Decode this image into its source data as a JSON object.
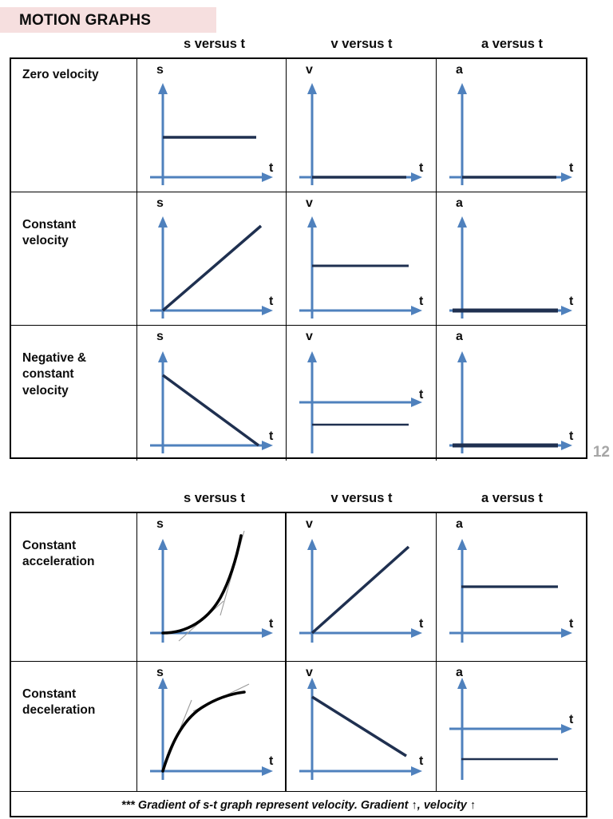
{
  "slide": {
    "title": "MOTION GRAPHS",
    "page_number": "12",
    "banner_color": "#f6dfdf",
    "axis_color": "#4f81bd",
    "curve_color": "#1f3050",
    "tangent_color": "#9a9a9a"
  },
  "column_headers": {
    "s": "s versus t",
    "v": "v versus t",
    "a": "a versus t"
  },
  "axis_names": {
    "s": "s",
    "v": "v",
    "a": "a",
    "t": "t"
  },
  "table1": {
    "rows": [
      {
        "label": "Zero velocity"
      },
      {
        "label": "Constant\nvelocity"
      },
      {
        "label": "Negative &\nconstant\nvelocity"
      }
    ]
  },
  "table2": {
    "rows": [
      {
        "label": "Constant\nacceleration"
      },
      {
        "label": "Constant\ndeceleration"
      }
    ],
    "footnote": "*** Gradient of s-t graph represent velocity. Gradient ↑, velocity ↑"
  },
  "chart_data": [
    {
      "id": "zero-velocity-s-t",
      "type": "line",
      "title": "Zero velocity — s versus t",
      "xlabel": "t",
      "ylabel": "s",
      "x": [
        0,
        1
      ],
      "y": [
        0.55,
        0.55
      ],
      "description": "Horizontal displacement line at a positive constant value; slope zero."
    },
    {
      "id": "zero-velocity-v-t",
      "type": "line",
      "title": "Zero velocity — v versus t",
      "xlabel": "t",
      "ylabel": "v",
      "x": [
        0,
        1
      ],
      "y": [
        0,
        0
      ],
      "description": "Velocity lies on the t-axis at v = 0."
    },
    {
      "id": "zero-velocity-a-t",
      "type": "line",
      "title": "Zero velocity — a versus t",
      "xlabel": "t",
      "ylabel": "a",
      "x": [
        0,
        1
      ],
      "y": [
        0,
        0
      ],
      "description": "Acceleration lies on the t-axis at a = 0."
    },
    {
      "id": "constant-velocity-s-t",
      "type": "line",
      "title": "Constant velocity — s versus t",
      "xlabel": "t",
      "ylabel": "s",
      "x": [
        0,
        1
      ],
      "y": [
        0,
        1
      ],
      "description": "Straight line of positive constant gradient rising from the origin."
    },
    {
      "id": "constant-velocity-v-t",
      "type": "line",
      "title": "Constant velocity — v versus t",
      "xlabel": "t",
      "ylabel": "v",
      "x": [
        0,
        1
      ],
      "y": [
        0.45,
        0.45
      ],
      "description": "Horizontal line at a positive constant velocity."
    },
    {
      "id": "constant-velocity-a-t",
      "type": "line",
      "title": "Constant velocity — a versus t",
      "xlabel": "t",
      "ylabel": "a",
      "x": [
        0,
        1
      ],
      "y": [
        0,
        0
      ],
      "description": "Acceleration is zero, lying along the t-axis."
    },
    {
      "id": "negative-velocity-s-t",
      "type": "line",
      "title": "Negative & constant velocity — s versus t",
      "xlabel": "t",
      "ylabel": "s",
      "x": [
        0,
        1
      ],
      "y": [
        0.8,
        0
      ],
      "description": "Straight line of negative constant gradient falling to the t-axis."
    },
    {
      "id": "negative-velocity-v-t",
      "type": "line",
      "title": "Negative & constant velocity — v versus t",
      "xlabel": "t",
      "ylabel": "v",
      "x": [
        0,
        1
      ],
      "y": [
        -0.45,
        -0.45
      ],
      "description": "Horizontal line below the raised t-axis: constant negative velocity."
    },
    {
      "id": "negative-velocity-a-t",
      "type": "line",
      "title": "Negative & constant velocity — a versus t",
      "xlabel": "t",
      "ylabel": "a",
      "x": [
        0,
        1
      ],
      "y": [
        0,
        0
      ],
      "description": "Acceleration is zero, lying along the t-axis."
    },
    {
      "id": "constant-acceleration-s-t",
      "type": "line",
      "title": "Constant acceleration — s versus t",
      "xlabel": "t",
      "ylabel": "s",
      "x": [
        0,
        0.25,
        0.5,
        0.75,
        1
      ],
      "y": [
        0,
        0.06,
        0.25,
        0.56,
        1
      ],
      "annotations": [
        "tangent at early time (shallow gradient)",
        "tangent at later time (steep gradient)"
      ],
      "description": "Upward concave curve (s proportional to t squared); tangents get steeper with time."
    },
    {
      "id": "constant-acceleration-v-t",
      "type": "line",
      "title": "Constant acceleration — v versus t",
      "xlabel": "t",
      "ylabel": "v",
      "x": [
        0,
        1
      ],
      "y": [
        0,
        1
      ],
      "description": "Straight line rising from the origin with positive constant gradient."
    },
    {
      "id": "constant-acceleration-a-t",
      "type": "line",
      "title": "Constant acceleration — a versus t",
      "xlabel": "t",
      "ylabel": "a",
      "x": [
        0,
        1
      ],
      "y": [
        0.5,
        0.5
      ],
      "description": "Horizontal line at a positive constant acceleration."
    },
    {
      "id": "constant-deceleration-s-t",
      "type": "line",
      "title": "Constant deceleration — s versus t",
      "xlabel": "t",
      "ylabel": "s",
      "x": [
        0,
        0.25,
        0.5,
        0.75,
        1
      ],
      "y": [
        0,
        0.5,
        0.78,
        0.93,
        1
      ],
      "annotations": [
        "tangent at early time (steep gradient)",
        "tangent at later time (shallow gradient)"
      ],
      "description": "Downward concave curve; tangents get shallower with time."
    },
    {
      "id": "constant-deceleration-v-t",
      "type": "line",
      "title": "Constant deceleration — v versus t",
      "xlabel": "t",
      "ylabel": "v",
      "x": [
        0,
        1
      ],
      "y": [
        0.72,
        0.12
      ],
      "description": "Straight line falling from a positive velocity with negative constant gradient."
    },
    {
      "id": "constant-deceleration-a-t",
      "type": "line",
      "title": "Constant deceleration — a versus t",
      "xlabel": "t",
      "ylabel": "a",
      "x": [
        0,
        1
      ],
      "y": [
        -0.45,
        -0.45
      ],
      "description": "Horizontal line below the raised t-axis: constant negative acceleration."
    }
  ]
}
